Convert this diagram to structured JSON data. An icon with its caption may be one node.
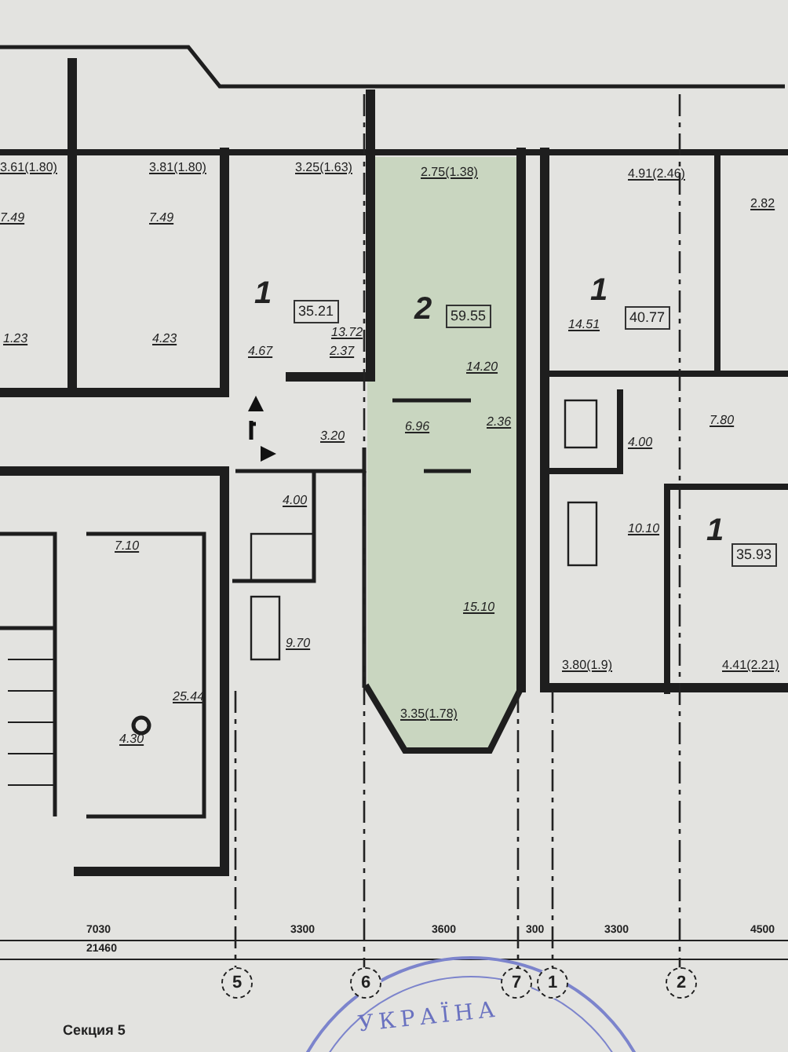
{
  "diagram": {
    "nodes": [
      {
        "text": [
          "5"
        ]
      },
      {
        "text": [
          "6"
        ]
      },
      {
        "text": [
          "7"
        ]
      },
      {
        "text": [
          "1"
        ]
      },
      {
        "text": [
          "2"
        ]
      }
    ],
    "edges": [],
    "labels": [
      "3.61(1.80)",
      "3.81(1.80)",
      "3.25(1.63)",
      "2.75(1.38)",
      "4.91(2.46)",
      "2.82",
      "7.49",
      "7.49",
      "1",
      "35.21",
      "13.72",
      "2",
      "59.55",
      "1",
      "14.51",
      "40.77",
      "1.23",
      "4.23",
      "4.67",
      "2.37",
      "14.20",
      "6.96",
      "2.36",
      "4.00",
      "7.80",
      "3.20",
      "4.00",
      "7.10",
      "10.10",
      "1",
      "35.93",
      "15.10",
      "9.70",
      "3.80(1.9)",
      "4.41(2.21)",
      "25.44",
      "3.35(1.78)",
      "4.30",
      "7030",
      "21460",
      "3300",
      "3600",
      "300",
      "3300",
      "4500",
      "УКРАЇНА",
      "Секция 5"
    ]
  }
}
